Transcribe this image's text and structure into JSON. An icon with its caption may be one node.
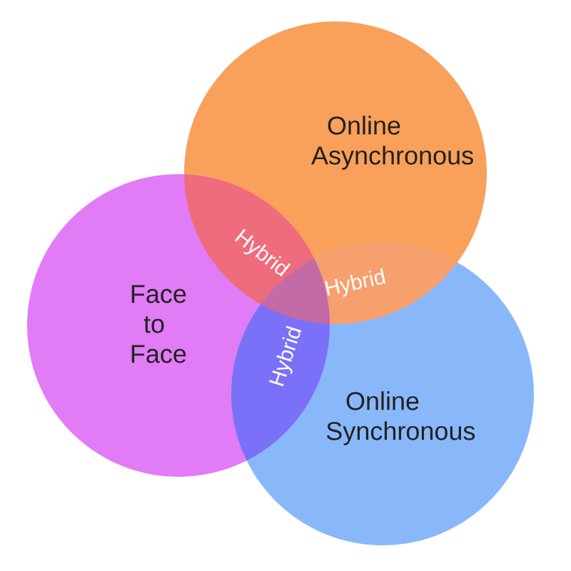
{
  "diagram": {
    "nodes": [
      {
        "text": [
          "Online Asynchronous"
        ]
      },
      {
        "text": [
          "Face to Face"
        ]
      },
      {
        "text": [
          "Online Synchronous"
        ]
      }
    ],
    "labels": [
      "Hybrid",
      "Hybrid",
      "Hybrid"
    ]
  }
}
